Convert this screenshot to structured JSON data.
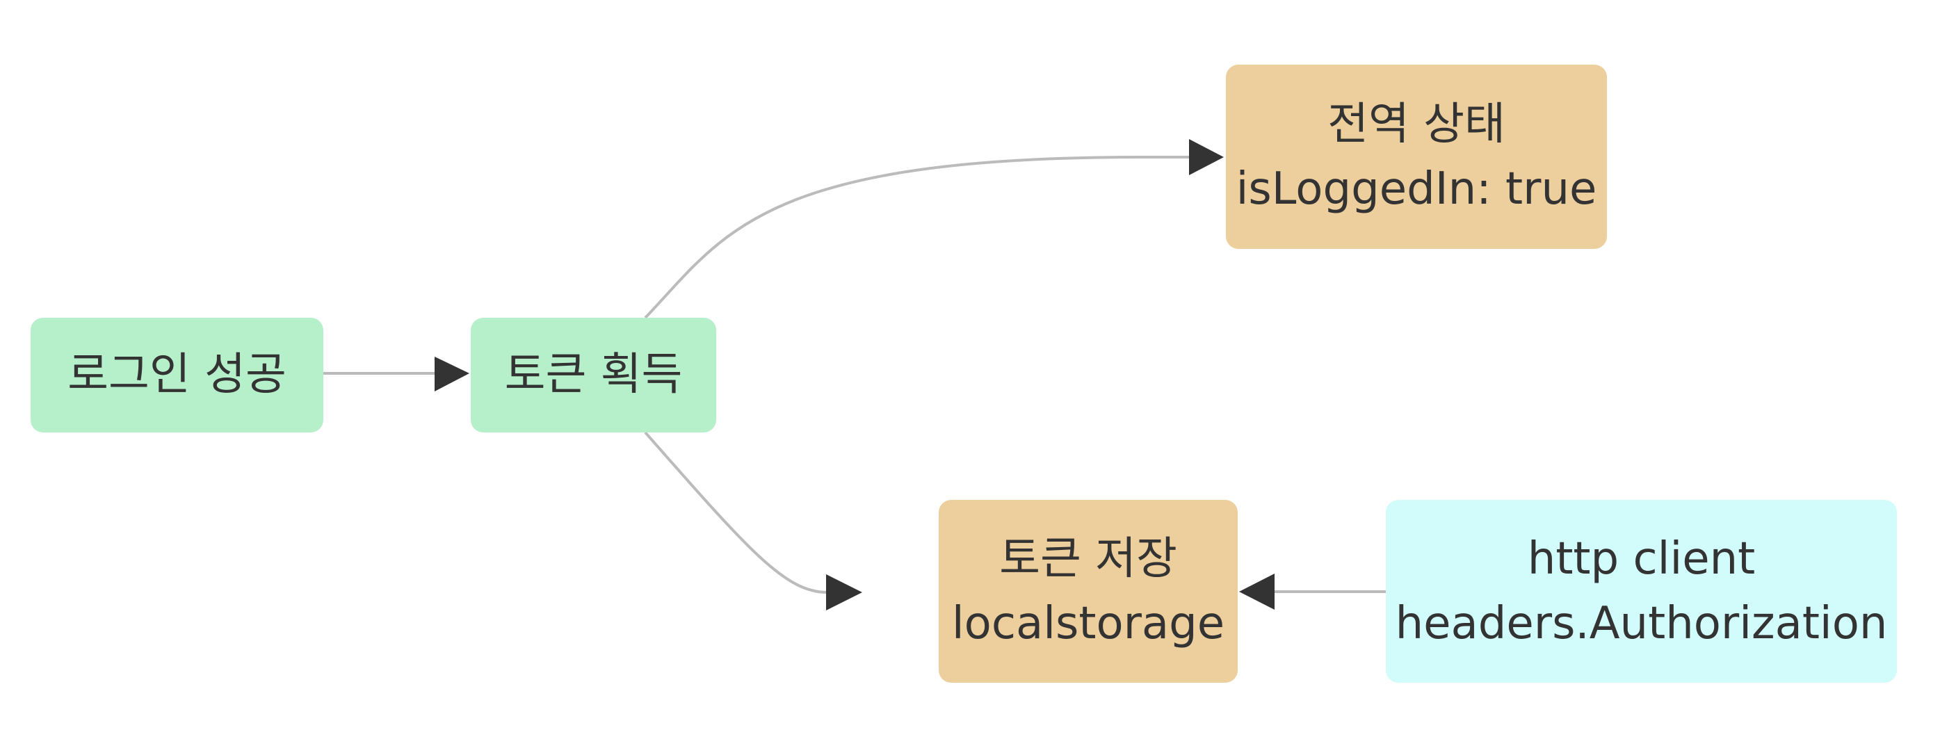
{
  "colors": {
    "green_fill": "#b6f0cb",
    "orange_fill": "#edce9d",
    "cyan_fill": "#d2fcfc",
    "edge": "#bbbbbb",
    "arrowhead": "#333333",
    "text": "#333333"
  },
  "nodes": {
    "login": {
      "line1": "로그인 성공"
    },
    "token": {
      "line1": "토큰 획득"
    },
    "global": {
      "line1": "전역 상태",
      "line2": "isLoggedIn: true"
    },
    "store": {
      "line1": "토큰 저장",
      "line2": "localstorage"
    },
    "http": {
      "line1": "http client",
      "line2": "headers.Authorization"
    }
  },
  "edges": [
    {
      "from": "로그인 성공",
      "to": "토큰 획득"
    },
    {
      "from": "토큰 획득",
      "to": "전역 상태"
    },
    {
      "from": "토큰 획득",
      "to": "토큰 저장"
    },
    {
      "from": "http client",
      "to": "토큰 저장"
    }
  ]
}
